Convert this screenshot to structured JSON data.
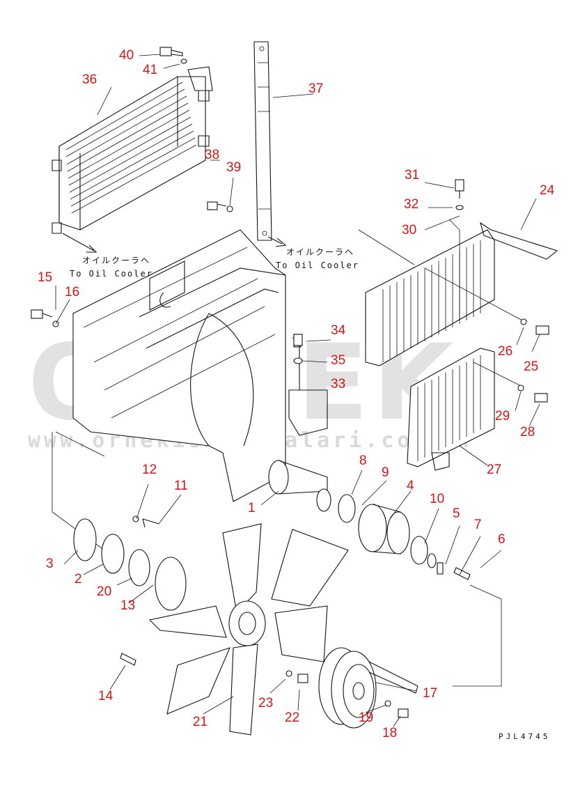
{
  "watermark": {
    "brand": "ORNEK",
    "url": "www.ornekismakinalari.com.tr"
  },
  "notes": {
    "to_oil_cooler_jp_1": "オイルクーラヘ",
    "to_oil_cooler_en_1": "To Oil Cooler",
    "to_oil_cooler_jp_2": "オイルクーラヘ",
    "to_oil_cooler_en_2": "To Oil Cooler"
  },
  "drawing_code": "PJL4745",
  "callouts": [
    "1",
    "2",
    "3",
    "4",
    "5",
    "6",
    "7",
    "8",
    "9",
    "10",
    "11",
    "12",
    "13",
    "14",
    "15",
    "16",
    "17",
    "18",
    "19",
    "20",
    "21",
    "22",
    "23",
    "24",
    "25",
    "26",
    "27",
    "28",
    "29",
    "30",
    "31",
    "32",
    "33",
    "34",
    "35",
    "36",
    "37",
    "38",
    "39",
    "40",
    "41"
  ],
  "colors": {
    "callout": "#d41414",
    "line": "#111111",
    "watermark": "#969696"
  }
}
